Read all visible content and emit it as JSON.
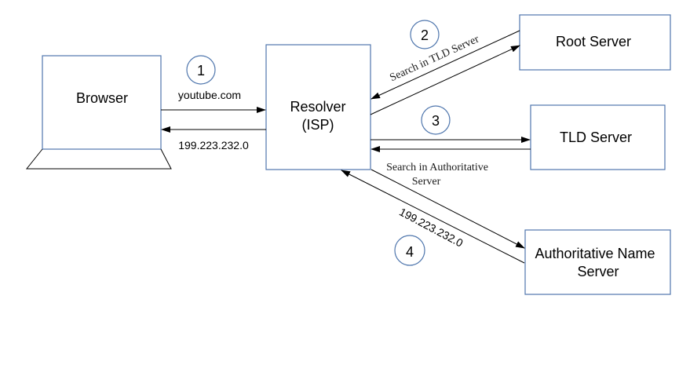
{
  "nodes": {
    "browser": {
      "label": "Browser"
    },
    "resolver": {
      "line1": "Resolver",
      "line2": "(ISP)"
    },
    "root": {
      "label": "Root Server"
    },
    "tld": {
      "label": "TLD Server"
    },
    "authoritative": {
      "line1": "Authoritative Name",
      "line2": "Server"
    }
  },
  "steps": [
    {
      "number": "1",
      "request": "youtube.com",
      "response": "199.223.232.0"
    },
    {
      "number": "2",
      "label": "Search in TLD Server"
    },
    {
      "number": "3",
      "label_line1": "Search in Authoritative",
      "label_line2": "Server"
    },
    {
      "number": "4",
      "label": "199.223.232.0"
    }
  ],
  "colors": {
    "box_stroke": "#4f76ad",
    "arrow": "#000000"
  }
}
